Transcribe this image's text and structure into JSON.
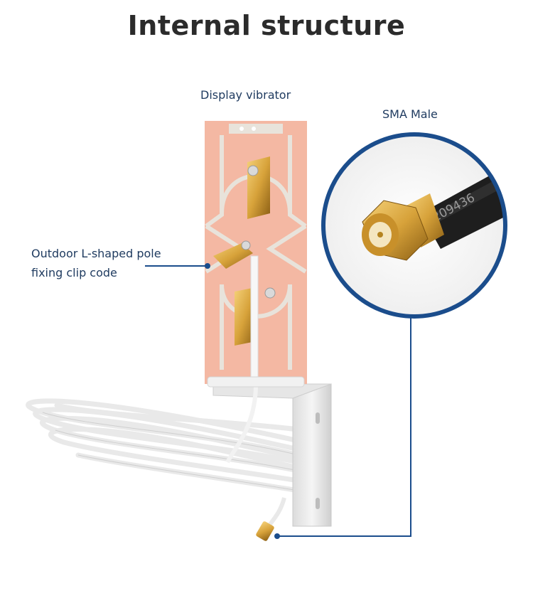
{
  "title": "Internal structure",
  "labels": {
    "display_vibrator": "Display vibrator",
    "sma_male": "SMA Male",
    "clip_line1": "Outdoor L-shaped pole",
    "clip_line2": "fixing clip code"
  },
  "cable_print": "209436",
  "colors": {
    "accent": "#1b4d8c",
    "pcb": "#f4b8a3",
    "pcb_trace": "#e8e3db",
    "brass": "#d7a23a",
    "title": "#2b2b2b"
  }
}
